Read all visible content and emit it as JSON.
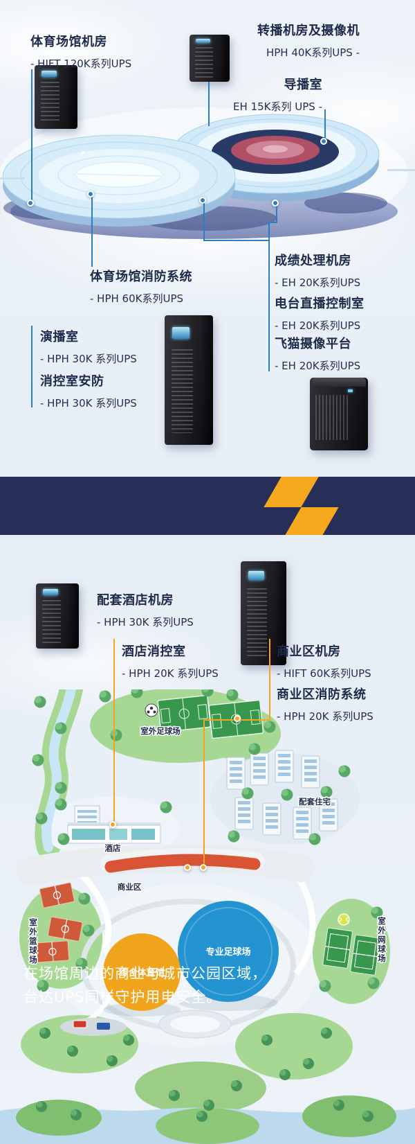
{
  "colors": {
    "accent_orange": "#f5a41f",
    "connector_blue": "#2d7dc2",
    "banner_navy": "#272f58",
    "heading_navy": "#1c2b4a",
    "map_green": "#a6d893",
    "stadium_circle_blue": "#2493d1",
    "gymnasium_orange": "#f0a41c",
    "commercial_red": "#d95434"
  },
  "stadium": {
    "callouts": {
      "venue_room": {
        "title": "体育场馆机房",
        "spec": "- HIFT 120K系列UPS"
      },
      "broadcast_room": {
        "title": "转播机房及摄像机",
        "spec": "HPH 40K系列UPS -"
      },
      "director_room": {
        "title": "导播室",
        "spec": "EH 15K系列 UPS -"
      },
      "fire_system": {
        "title": "体育场馆消防系统",
        "spec": "- HPH 60K系列UPS"
      },
      "score_room": {
        "title": "成绩处理机房",
        "spec": "- EH 20K系列UPS"
      },
      "radio_control": {
        "title": "电台直播控制室",
        "spec": "- EH 20K系列UPS"
      },
      "flycam_platform": {
        "title": "飞猫摄像平台",
        "spec": "- EH 20K系列UPS"
      },
      "studio": {
        "title": "演播室",
        "spec": "- HPH 30K 系列UPS"
      },
      "security_room": {
        "title": "消控室安防",
        "spec": "- HPH 30K 系列UPS"
      }
    }
  },
  "banner": {
    "line1": "在场馆周边的商业与城市公园区域，",
    "line2": "台达UPS同样守护用电安全。"
  },
  "park": {
    "callouts": {
      "hotel_room": {
        "title": "配套酒店机房",
        "spec": "- HPH 30K 系列UPS"
      },
      "hotel_fire": {
        "title": "酒店消控室",
        "spec": "- HPH 20K 系列UPS"
      },
      "commercial_room": {
        "title": "商业区机房",
        "spec": "- HIFT 60K系列UPS"
      },
      "commercial_fire": {
        "title": "商业区消防系统",
        "spec": "- HPH 20K 系列UPS"
      }
    },
    "map_labels": {
      "outdoor_football": "室外足球场",
      "residences": "配套住宅",
      "hotel": "酒店",
      "commercial": "商业区",
      "outdoor_basketball": "室外篮球场",
      "gymnasium": "综合体育馆",
      "pro_football": "专业足球场",
      "outdoor_tennis": "室外网球场"
    }
  }
}
